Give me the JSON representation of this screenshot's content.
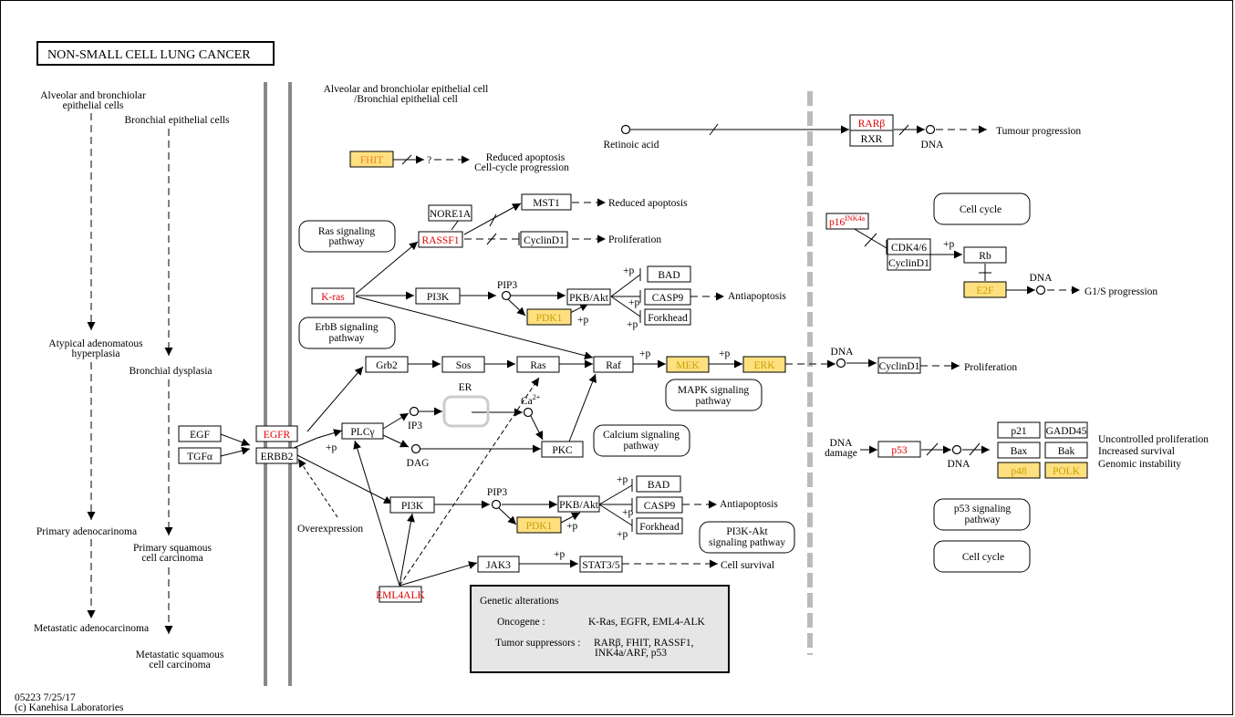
{
  "title": "NON-SMALL CELL LUNG CANCER",
  "footer": {
    "id_date": "05223 7/25/17",
    "copyright": "(c) Kanehisa Laboratories"
  },
  "colors": {
    "mutated_gene": "#e00000",
    "highlight_fill": "#ffe080",
    "highlight_text": "#c8a000",
    "membrane": "#888888",
    "nuclear_membrane": "#bbbbbb"
  },
  "left_panel": {
    "origin_a": [
      "Alveolar and bronchiolar",
      "epithelial cells"
    ],
    "origin_b": "Bronchial epithelial cells",
    "stage_a1": [
      "Atypical adenomatous",
      "hyperplasia"
    ],
    "stage_b1": "Bronchial dysplasia",
    "stage_a2": "Primary adenocarinoma",
    "stage_b2": [
      "Primary squamous",
      "cell carcinoma"
    ],
    "stage_a3": "Metastatic adenocarcinoma",
    "stage_b3": [
      "Metastatic squamous",
      "cell carcinoma"
    ]
  },
  "cell_label": [
    "Alveolar and bronchiolar epithelial cell",
    "/Bronchial epithelial cell"
  ],
  "genes": {
    "egf": "EGF",
    "tgfa": "TGFα",
    "egfr": "EGFR",
    "erbb2": "ERBB2",
    "fhit": "FHIT",
    "nore1a": "NORE1A",
    "rassf1": "RASSF1",
    "mst1": "MST1",
    "cyclind1_a": "CyclinD1",
    "kras": "K-ras",
    "pi3k_a": "PI3K",
    "pkbakt_a": "PKB/Akt",
    "pdk1_a": "PDK1",
    "bad_a": "BAD",
    "casp9_a": "CASP9",
    "forkhead_a": "Forkhead",
    "grb2": "Grb2",
    "sos": "Sos",
    "ras": "Ras",
    "raf": "Raf",
    "mek": "MEK",
    "erk": "ERK",
    "plcy": "PLCγ",
    "pkc": "PKC",
    "pi3k_b": "PI3K",
    "pkbakt_b": "PKB/Akt",
    "pdk1_b": "PDK1",
    "bad_b": "BAD",
    "casp9_b": "CASP9",
    "forkhead_b": "Forkhead",
    "jak3": "JAK3",
    "stat3": "STAT3/5",
    "eml4alk": "EML4ALK",
    "rarb": "RARβ",
    "rxr": "RXR",
    "p16": "p16",
    "p16_sup": "INK4a",
    "cdk46": "CDK4/6",
    "cyclind1_b": "CyclinD1",
    "rb": "Rb",
    "e2f": "E2F",
    "cyclind1_c": "CyclinD1",
    "p53": "p53",
    "p21": "p21",
    "gadd45": "GADD45",
    "bax": "Bax",
    "bak": "Bak",
    "p48": "p48",
    "polk": "POLK"
  },
  "compounds": {
    "retinoic_acid": "Retinoic acid",
    "pip3": "PIP3",
    "ip3": "IP3",
    "dag": "DAG",
    "ca": "Ca",
    "ca_sup": "2+",
    "er": "ER",
    "dna": "DNA",
    "dna_damage": [
      "DNA",
      "damage"
    ]
  },
  "labels": {
    "plus_p": "+p",
    "question": "?",
    "reduced_apoptosis_cc": [
      "Reduced apoptosis",
      "Cell-cycle progression"
    ],
    "reduced_apoptosis": "Reduced apoptosis",
    "proliferation": "Proliferation",
    "antiapoptosis": "Antiapoptosis",
    "cell_survival": "Cell survival",
    "overexpression": "Overexpression",
    "tumour_progression": "Tumour progression",
    "g1s": "G1/S progression",
    "p53_outcomes": [
      "Uncontrolled proliferation",
      "Increased survival",
      "Genomic instability"
    ]
  },
  "pathways": {
    "ras": [
      "Ras signaling",
      "pathway"
    ],
    "erbb": [
      "ErbB signaling",
      "pathway"
    ],
    "mapk": [
      "MAPK signaling",
      "pathway"
    ],
    "calcium": [
      "Calcium signaling",
      "pathway"
    ],
    "pi3k_akt": [
      "PI3K-Akt",
      "signaling pathway"
    ],
    "cell_cycle_a": "Cell cycle",
    "p53": [
      "p53 signaling",
      "pathway"
    ],
    "cell_cycle_b": "Cell cycle"
  },
  "legend": {
    "heading": "Genetic alterations",
    "oncogene_label": "Oncogene :",
    "oncogene_value": "K-Ras, EGFR, EML4-ALK",
    "suppressor_label": "Tumor suppressors :",
    "suppressor_value": [
      "RARβ, FHIT, RASSF1,",
      "INK4a/ARF, p53"
    ]
  }
}
